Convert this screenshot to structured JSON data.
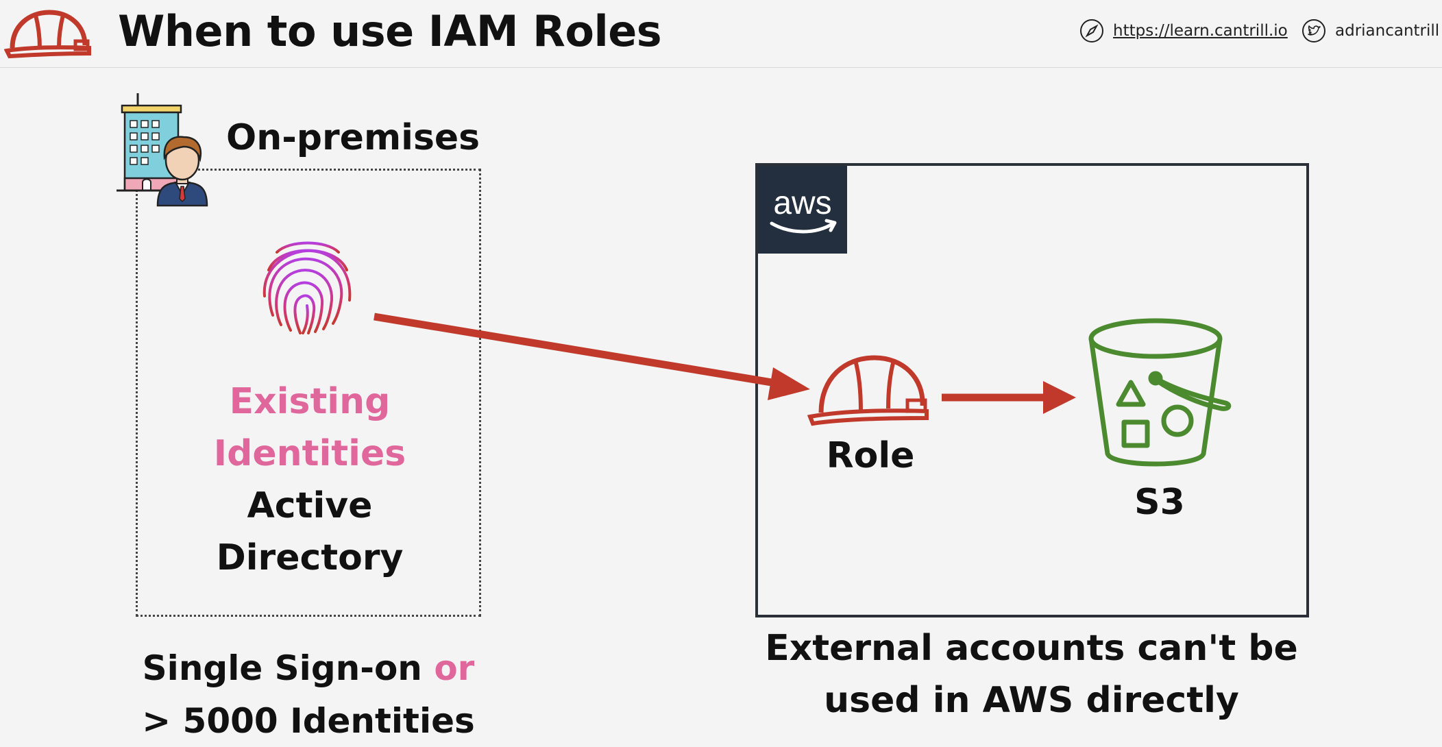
{
  "header": {
    "title": "When to use IAM Roles",
    "website_label": "https://learn.cantrill.io",
    "twitter_handle": "adriancantrill"
  },
  "on_premises": {
    "label": "On-premises",
    "identities_line_1": "Existing",
    "identities_line_2": "Identities",
    "directory_line_1": "Active",
    "directory_line_2": "Directory",
    "caption_line_1_prefix": "Single Sign-on ",
    "caption_line_1_accent": "or",
    "caption_line_2": "> 5000 Identities"
  },
  "aws": {
    "logo_text": "aws",
    "role_label": "Role",
    "s3_label": "S3",
    "caption_line_1": "External accounts can't be",
    "caption_line_2": "used in AWS directly"
  },
  "colors": {
    "accent_red": "#c0392b",
    "accent_pink": "#e0679c",
    "s3_green": "#4b8a2e",
    "aws_dark": "#232f3e",
    "background": "#f4f4f4"
  },
  "icons": {
    "header_logo": "hardhat-icon",
    "website": "compass-icon",
    "twitter": "twitter-bird-icon",
    "on_premises": "building-person-icon",
    "identity": "fingerprint-icon",
    "role": "hardhat-icon",
    "s3": "s3-bucket-icon",
    "aws": "aws-logo"
  }
}
